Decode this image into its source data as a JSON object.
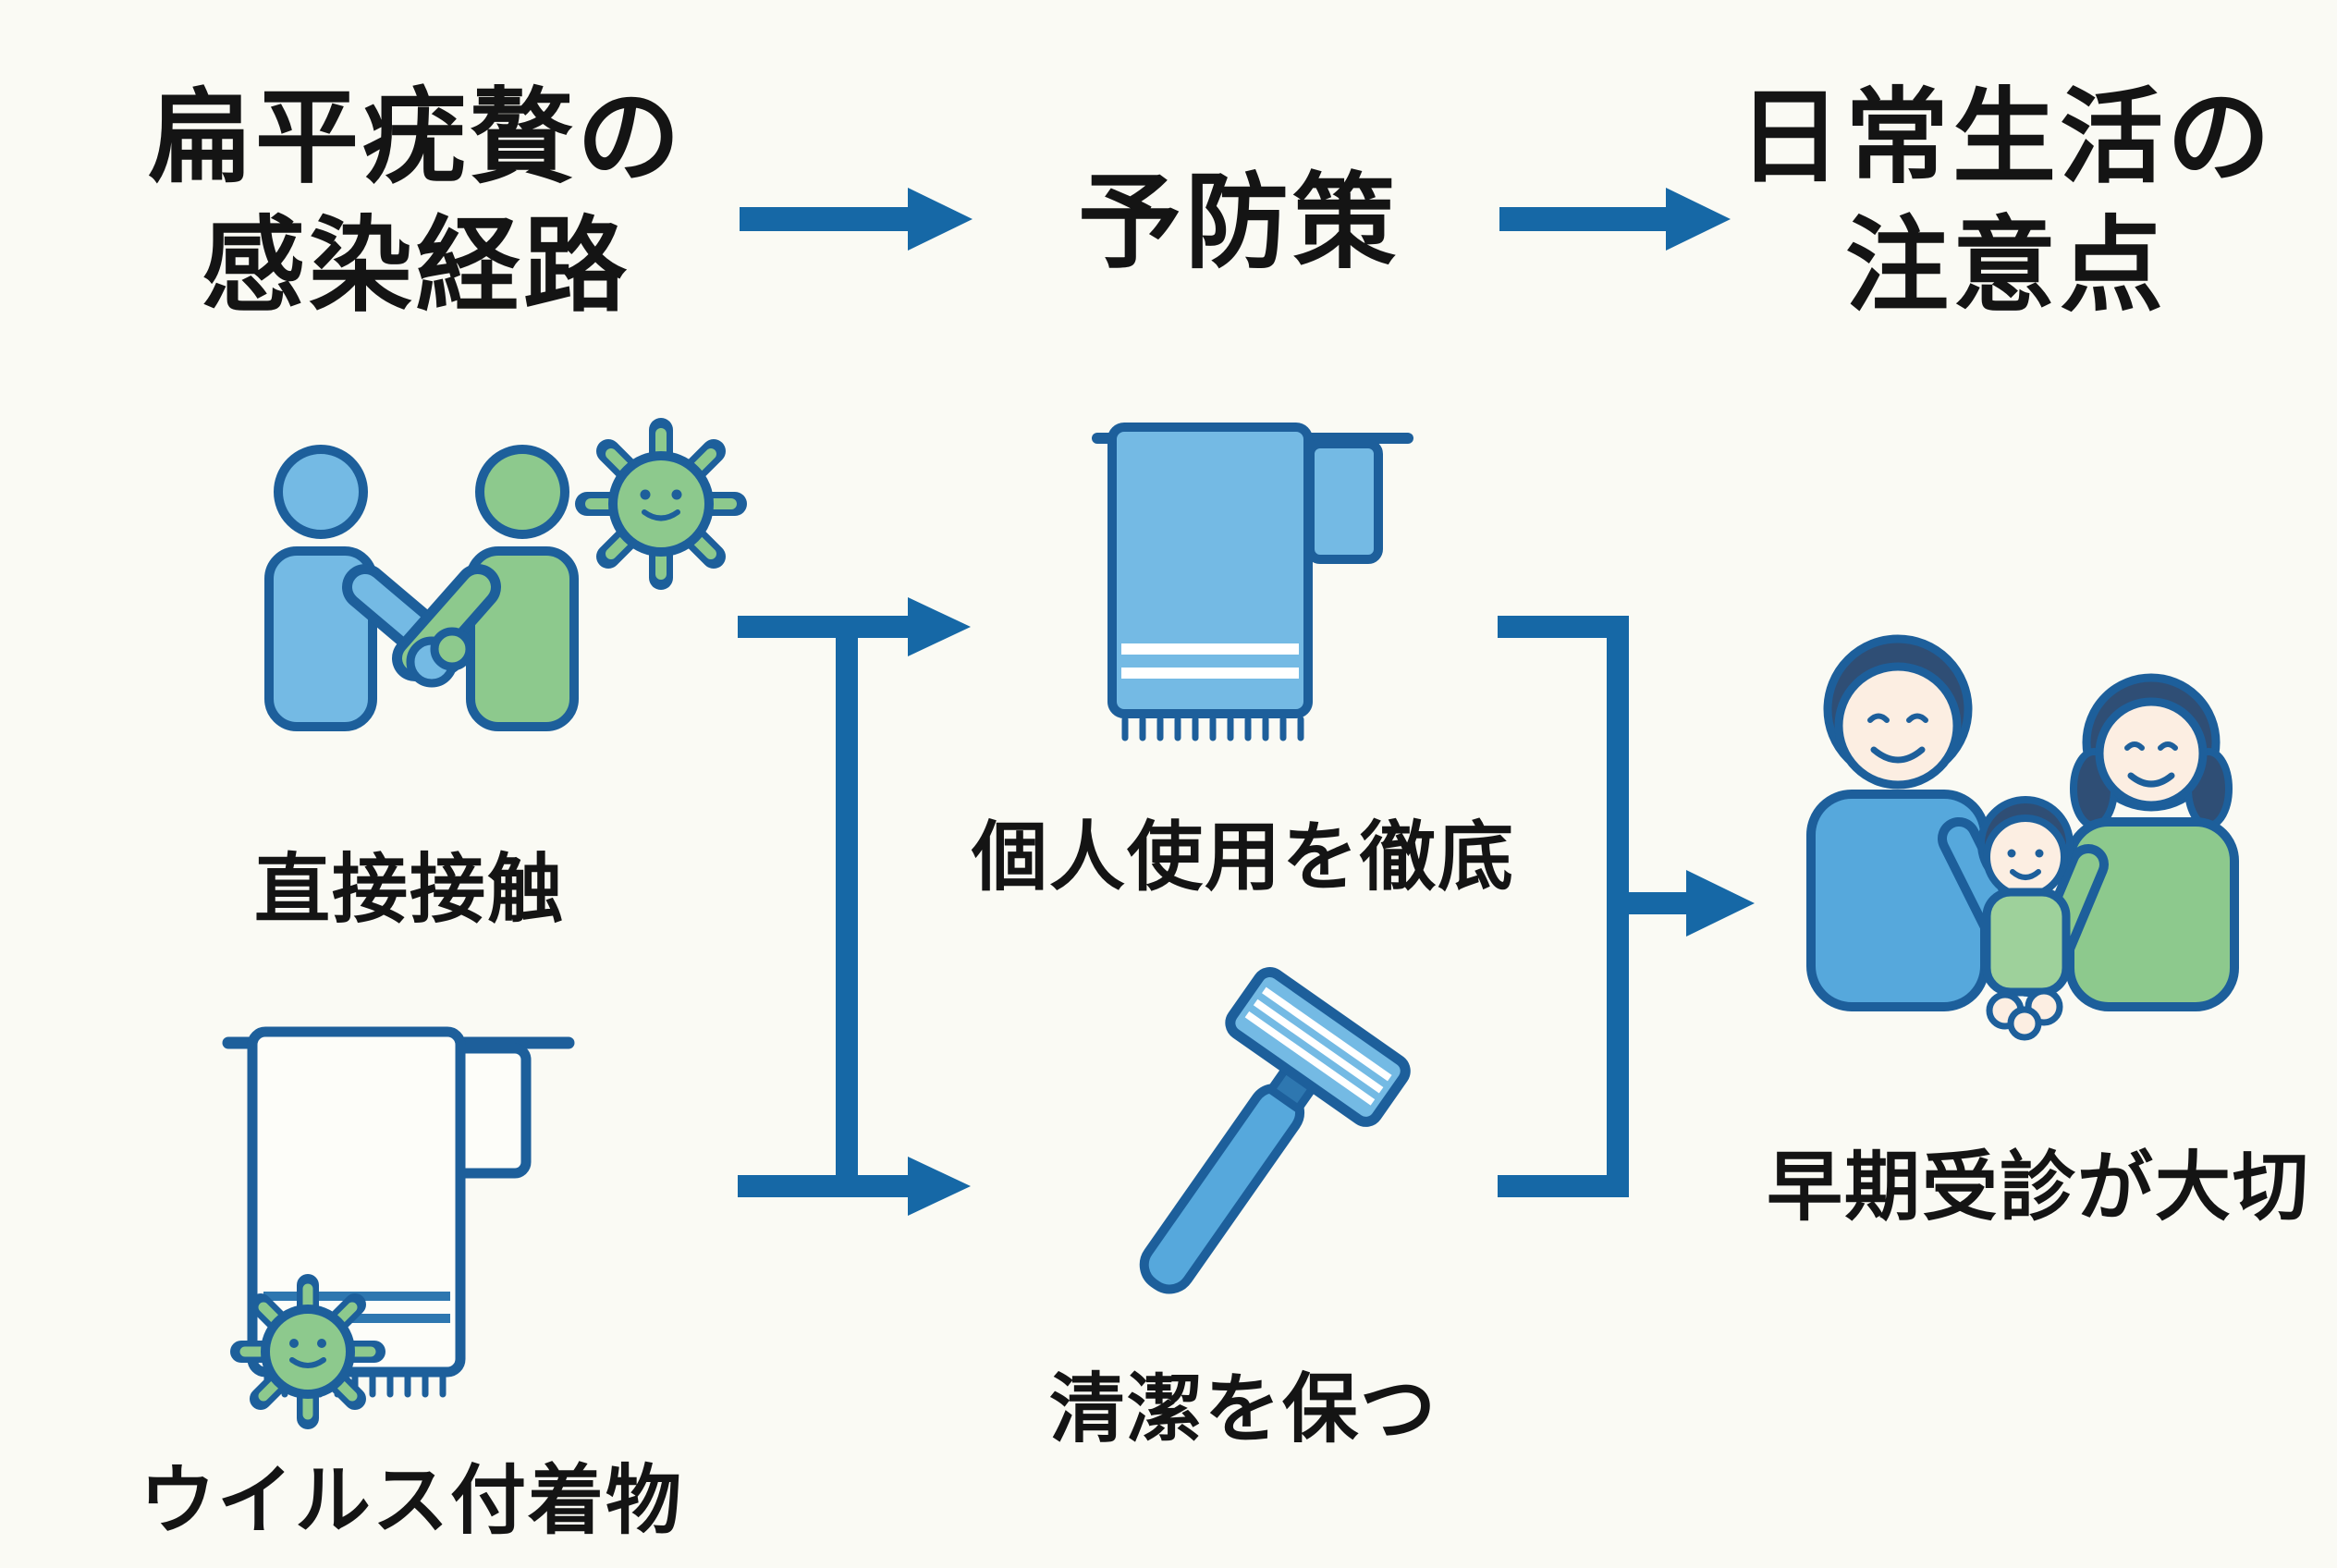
{
  "meta": {
    "title": "扁平疣贅の感染経路・予防策・日常生活の注意点",
    "language": "ja",
    "type": "flow-infographic"
  },
  "colors": {
    "background": "#fafaf4",
    "arrow_blue": "#1668a6",
    "outline_blue": "#1d5f9b",
    "light_blue": "#74bae4",
    "mid_blue": "#2e77b0",
    "shirt_blue": "#56a8dc",
    "green": "#8dc98d",
    "hair_navy": "#2f4e75",
    "skin": "#fceee2",
    "text": "#141414"
  },
  "headers": {
    "infection_route": {
      "line1": "扁平疣贅の",
      "line2": "感染経路"
    },
    "prevention": {
      "label": "予防策"
    },
    "daily_life": {
      "line1": "日常生活の",
      "line2": "注意点"
    }
  },
  "nodes": {
    "direct_contact": {
      "label": "直接接触",
      "icon": "people-handshake-with-virus-icon"
    },
    "contaminated_items": {
      "label": "ウイルス付着物",
      "icon": "towel-with-virus-icon"
    },
    "personal_use": {
      "label": "個人使用を徹底",
      "icon": "blue-towel-icon"
    },
    "keep_clean": {
      "label": "清潔を保つ",
      "icon": "razor-icon"
    },
    "early_visit": {
      "label": "早期受診が大切",
      "icon": "family-icon"
    }
  },
  "flow": [
    {
      "from": "扁平疣贅の感染経路",
      "to": "予防策"
    },
    {
      "from": "予防策",
      "to": "日常生活の注意点"
    },
    {
      "from": [
        "直接接触",
        "ウイルス付着物"
      ],
      "to": [
        "個人使用を徹底",
        "清潔を保つ"
      ]
    },
    {
      "from": [
        "個人使用を徹底",
        "清潔を保つ"
      ],
      "to": "早期受診が大切"
    }
  ]
}
